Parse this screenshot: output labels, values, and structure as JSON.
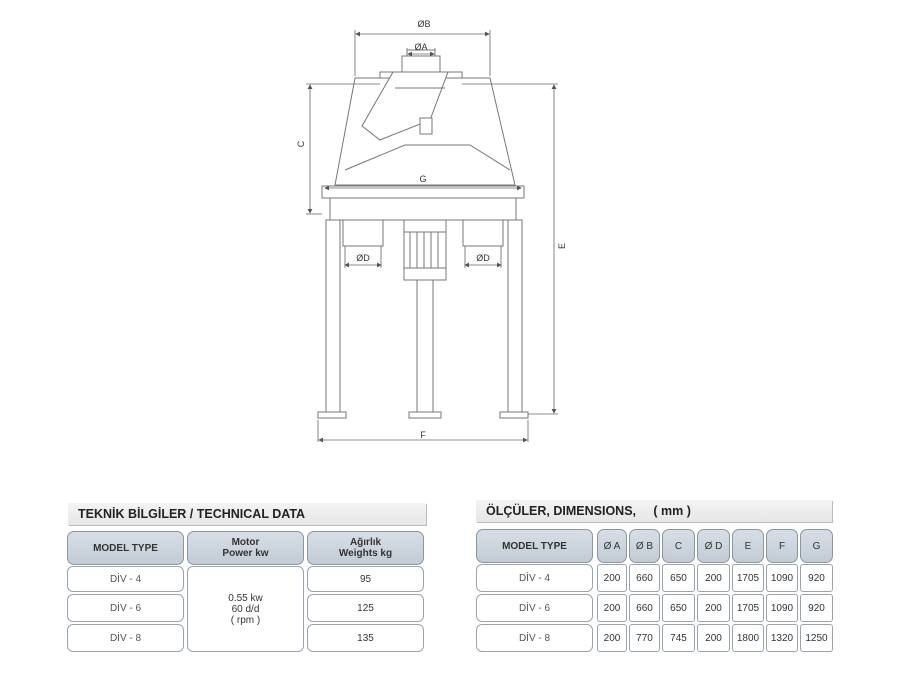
{
  "drawing": {
    "dims": {
      "oB": "ØB",
      "oA": "ØA",
      "c": "C",
      "g": "G",
      "e": "E",
      "oD": "ØD",
      "f": "F"
    }
  },
  "tech": {
    "title": "TEKNİK BİLGİLER / TECHNICAL DATA",
    "col_model": "MODEL    TYPE",
    "col_motor": "Motor\nPower kw",
    "col_weight": "Ağırlık\nWeights kg",
    "motor_value": "0.55 kw\n60 d/d\n( rpm )",
    "rows": [
      {
        "model": "DİV - 4",
        "weight": "95"
      },
      {
        "model": "DİV - 6",
        "weight": "125"
      },
      {
        "model": "DİV - 8",
        "weight": "135"
      }
    ]
  },
  "dims": {
    "title": "ÖLÇÜLER, DIMENSIONS,     ( mm )",
    "col_model": "MODEL    TYPE",
    "cols": [
      "Ø A",
      "Ø B",
      "C",
      "Ø D",
      "E",
      "F",
      "G"
    ],
    "rows": [
      {
        "model": "DİV - 4",
        "values": [
          "200",
          "660",
          "650",
          "200",
          "1705",
          "1090",
          "920"
        ]
      },
      {
        "model": "DİV - 6",
        "values": [
          "200",
          "660",
          "650",
          "200",
          "1705",
          "1090",
          "920"
        ]
      },
      {
        "model": "DİV - 8",
        "values": [
          "200",
          "770",
          "745",
          "200",
          "1800",
          "1320",
          "1250"
        ]
      }
    ]
  }
}
